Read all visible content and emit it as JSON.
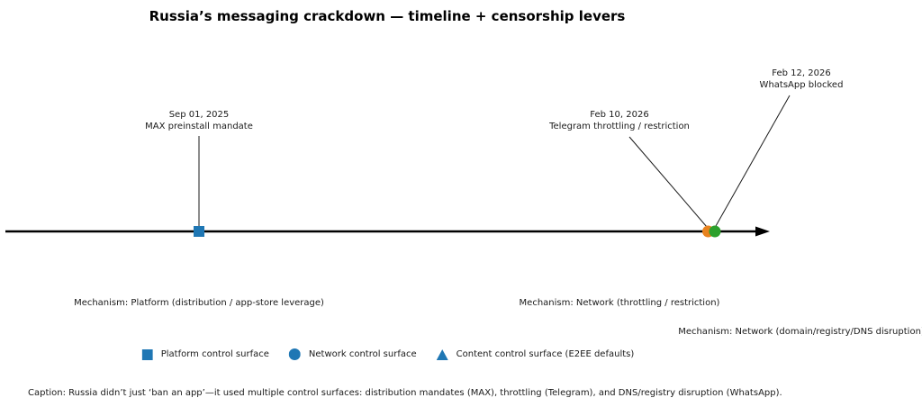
{
  "title": "Russia’s messaging crackdown — timeline + censorship levers",
  "chart_data": {
    "type": "scatter",
    "subtype": "annotated-timeline",
    "title": "Russia’s messaging crackdown — timeline + censorship levers",
    "axis": {
      "orientation": "horizontal",
      "arrow_direction": "right",
      "tick_labels": "none",
      "grid": "off"
    },
    "events": [
      {
        "date": "Sep 01, 2025",
        "event": "MAX preinstall mandate",
        "annotation": "Sep 01, 2025\nMAX preinstall mandate",
        "marker": "square",
        "marker_color": "#1f77b4",
        "mechanism": "Mechanism: Platform (distribution / app-store leverage)"
      },
      {
        "date": "Feb 10, 2026",
        "event": "Telegram throttling / restriction",
        "annotation": "Feb 10, 2026\nTelegram throttling / restriction",
        "marker": "circle",
        "marker_color": "#e8821e",
        "mechanism": "Mechanism: Network (throttling / restriction)"
      },
      {
        "date": "Feb 12, 2026",
        "event": "WhatsApp blocked",
        "annotation": "Feb 12, 2026\nWhatsApp blocked",
        "marker": "circle",
        "marker_color": "#2ca02c",
        "mechanism": "Mechanism: Network (domain/registry/DNS disruption)"
      }
    ],
    "legend": {
      "position": "lower center",
      "entries": [
        {
          "label": "Platform control surface",
          "marker": "square",
          "color": "#1f77b4"
        },
        {
          "label": "Network control surface",
          "marker": "circle",
          "color": "#1f77b4"
        },
        {
          "label": "Content control surface (E2EE defaults)",
          "marker": "triangle",
          "color": "#1f77b4"
        }
      ]
    },
    "caption": "Caption: Russia didn’t just ‘ban an app’—it used multiple control surfaces: distribution mandates (MAX), throttling (Telegram), and DNS/registry disruption (WhatsApp).",
    "colors": {
      "axis": "#000000",
      "annotation_line": "#1a1a1a",
      "text": "#1a1a1a",
      "platform_marker": "#1f77b4",
      "telegram_marker": "#e8821e",
      "whatsapp_marker": "#2ca02c"
    }
  }
}
